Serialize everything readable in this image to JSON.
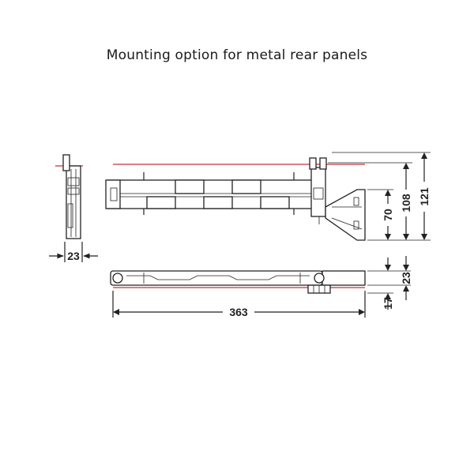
{
  "title": "Mounting option for metal rear panels",
  "dimensions": {
    "side_width": "23",
    "overall_length": "363",
    "height_70": "70",
    "height_108": "108",
    "height_121": "121",
    "bottom_23": "23",
    "bottom_17": "17"
  },
  "colors": {
    "reference_line": "#c8323c",
    "drawing_line": "#222222"
  }
}
